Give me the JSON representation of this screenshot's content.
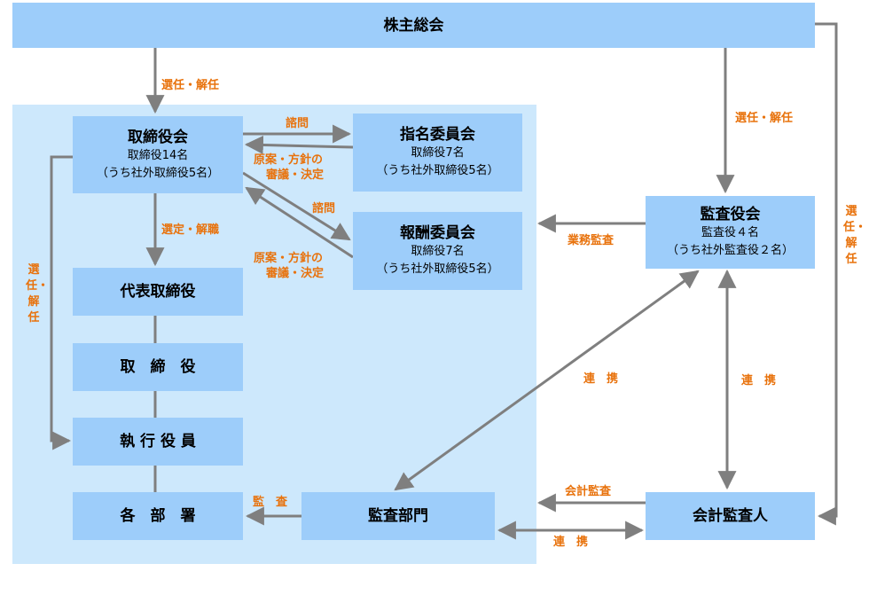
{
  "boxes": {
    "shareholders": {
      "title": "株主総会"
    },
    "board": {
      "title": "取締役会",
      "line1": "取締役14名",
      "line2": "（うち社外取締役5名）"
    },
    "nomination": {
      "title": "指名委員会",
      "line1": "取締役7名",
      "line2": "（うち社外取締役5名）"
    },
    "compensation": {
      "title": "報酬委員会",
      "line1": "取締役7名",
      "line2": "（うち社外取締役5名）"
    },
    "representative": {
      "title": "代表取締役"
    },
    "directors": {
      "title": "取　締　役"
    },
    "executives": {
      "title": "執 行 役 員"
    },
    "departments": {
      "title": "各　部　署"
    },
    "internal_audit": {
      "title": "監査部門"
    },
    "auditors": {
      "title": "監査役会",
      "line1": "監査役４名",
      "line2": "（うち社外監査役２名）"
    },
    "accounting_auditor": {
      "title": "会計監査人"
    }
  },
  "labels": {
    "elect_board": "選任・解任",
    "elect_auditors": "選任・解任",
    "elect_accounting": "選任・解任",
    "elect_executives": "選任・解任",
    "inquiry_nomination": "諮問",
    "inquiry_compensation": "諮問",
    "deliberation_nomination_1": "原案・方針の",
    "deliberation_nomination_2": "審議・決定",
    "deliberation_compensation_1": "原案・方針の",
    "deliberation_compensation_2": "審議・決定",
    "appoint_dismiss": "選定・解職",
    "business_audit": "業務監査",
    "coordination_diag": "連　携",
    "coordination_vert": "連　携",
    "coordination_bottom": "連　携",
    "accounting_audit": "会計監査",
    "audit": "監　査"
  },
  "colors": {
    "panel": "#cde8fc",
    "box": "#9dcdfa",
    "arrow": "#7f7f7f",
    "label": "#e8720c"
  }
}
